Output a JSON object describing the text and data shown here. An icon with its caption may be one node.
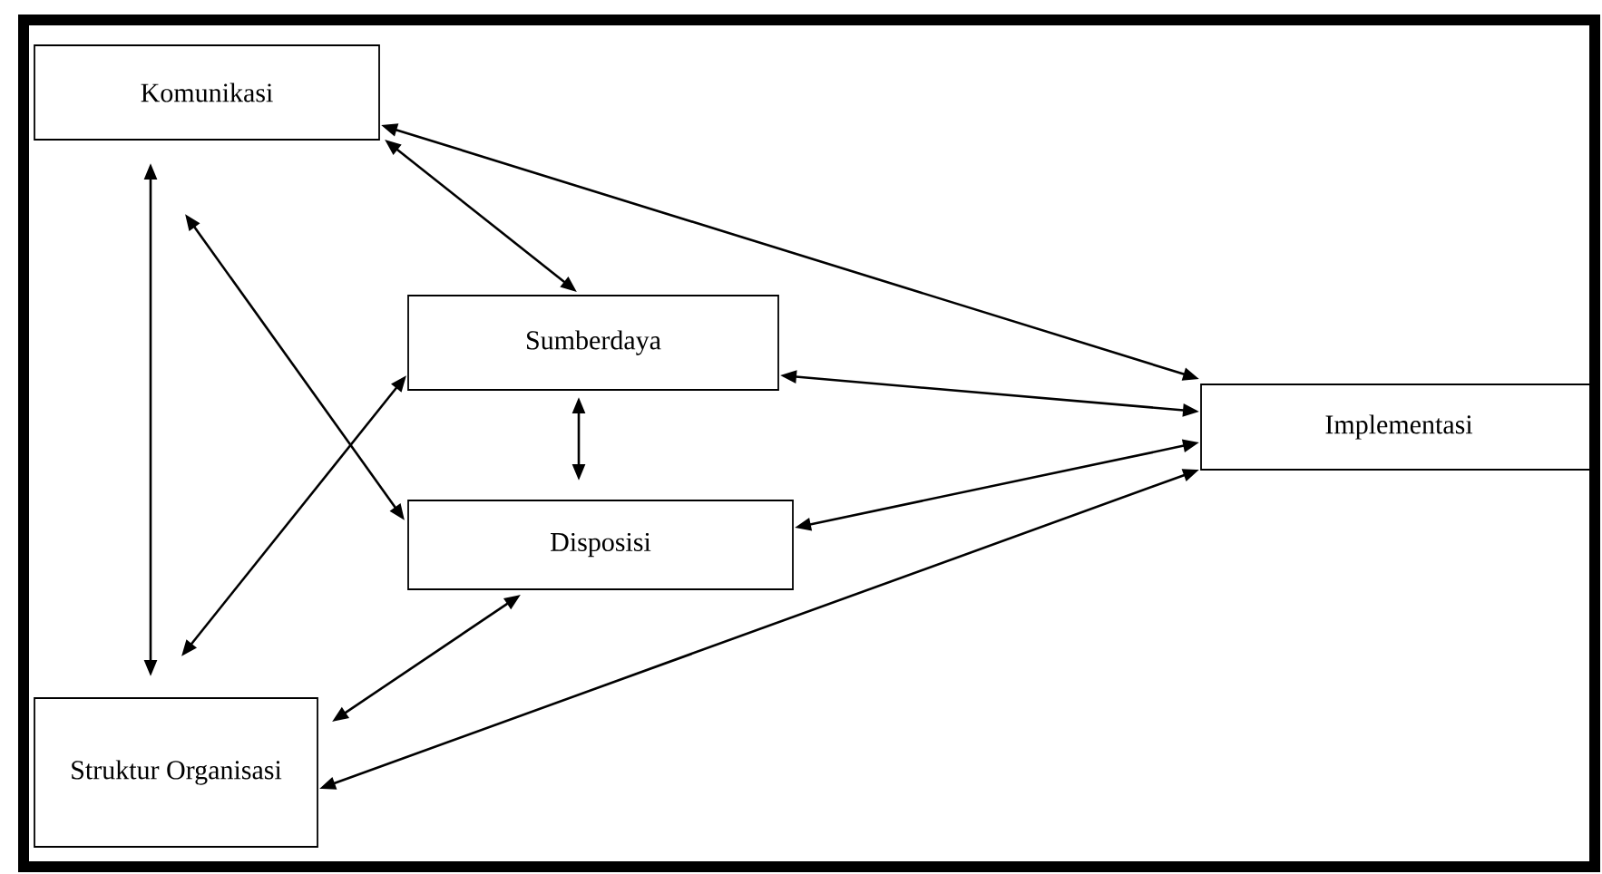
{
  "diagram": {
    "nodes": [
      {
        "text": [
          "Komunikasi"
        ]
      },
      {
        "text": [
          "Sumberdaya"
        ]
      },
      {
        "text": [
          "Disposisi"
        ]
      },
      {
        "text": [
          "Struktur Organisasi"
        ]
      },
      {
        "text": [
          "Implementasi"
        ]
      }
    ],
    "edges": [
      {
        "from": 0,
        "to": 4,
        "arrow": "both"
      },
      {
        "from": 0,
        "to": 1,
        "arrow": "both"
      },
      {
        "from": 0,
        "to": 3,
        "arrow": "both"
      },
      {
        "from": 0,
        "to": 2,
        "arrow": "both"
      },
      {
        "from": 1,
        "to": 4,
        "arrow": "both"
      },
      {
        "from": 1,
        "to": 2,
        "arrow": "both"
      },
      {
        "from": 1,
        "to": 3,
        "arrow": "both"
      },
      {
        "from": 2,
        "to": 4,
        "arrow": "both"
      },
      {
        "from": 2,
        "to": 3,
        "arrow": "both"
      },
      {
        "from": 3,
        "to": 4,
        "arrow": "both"
      }
    ]
  }
}
